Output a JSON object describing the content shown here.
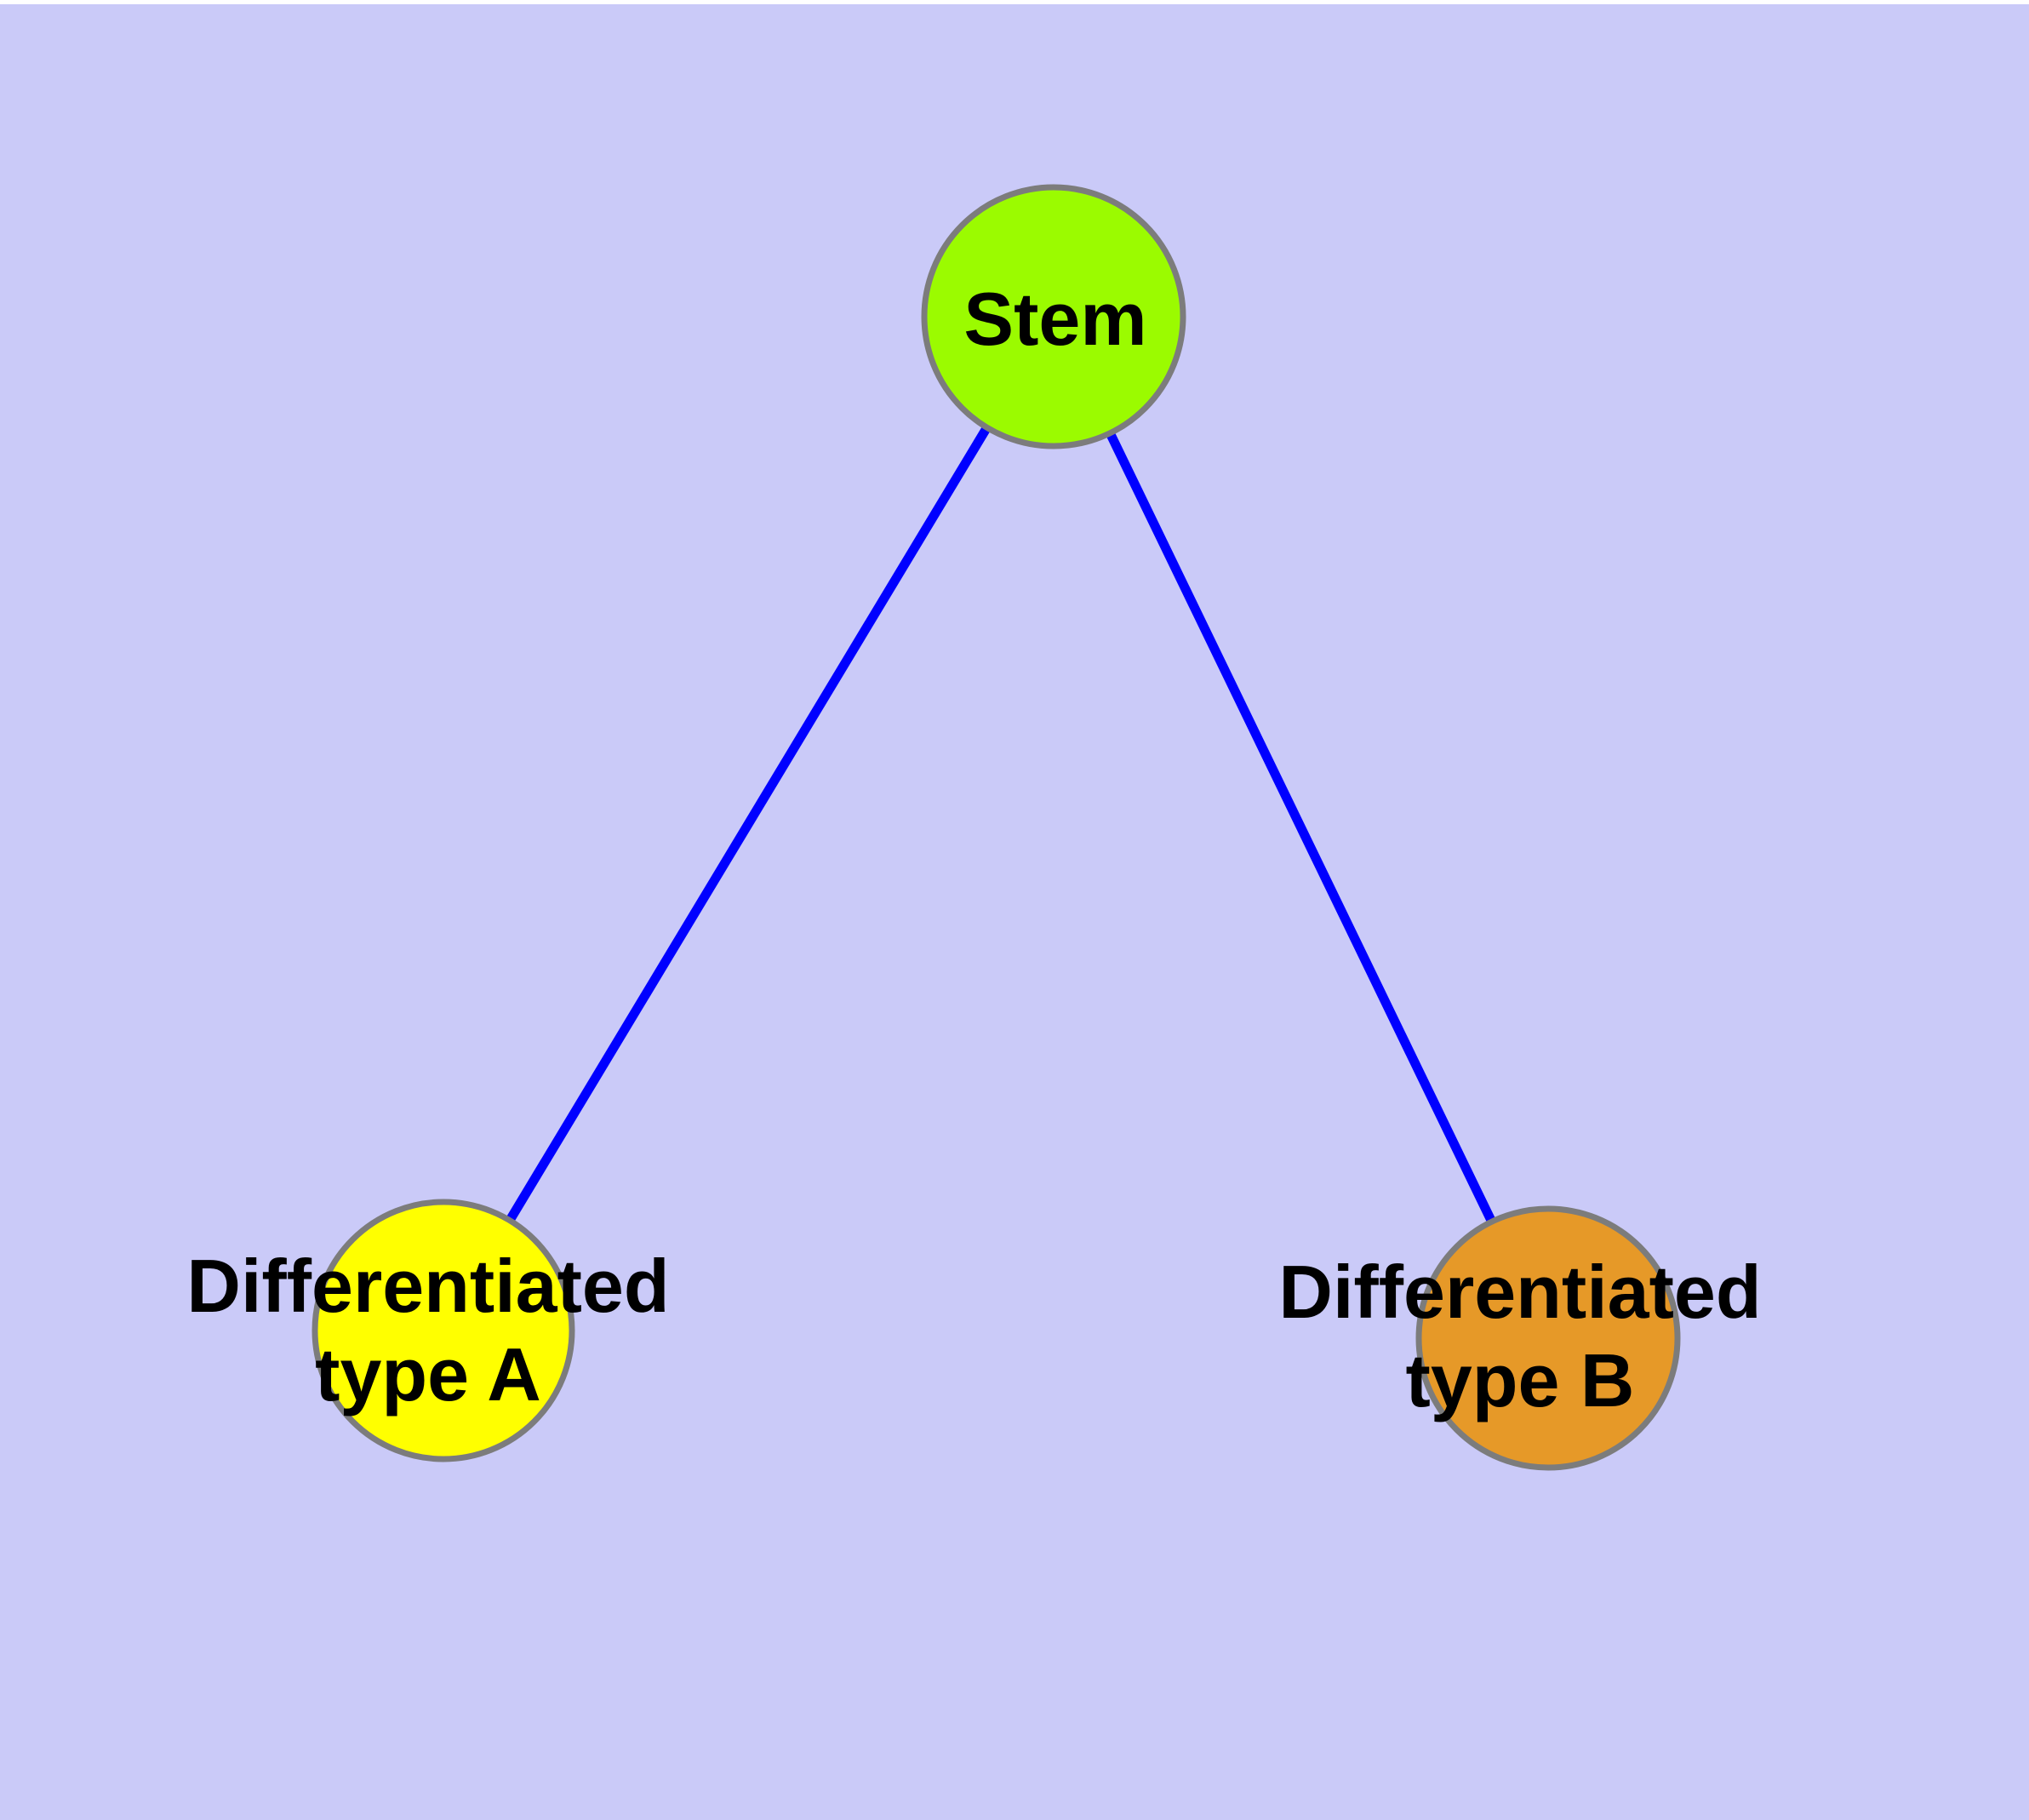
{
  "canvas": {
    "background_color": "#CACAF8",
    "top_strip_color": "#FFFFFF"
  },
  "graph": {
    "edge_color": "#0000FF",
    "node_border_color": "#7C7C7C",
    "label_color": "#000000",
    "nodes": [
      {
        "id": "stem",
        "label": "Stem",
        "fill": "#9BFB00"
      },
      {
        "id": "type-a",
        "label": "Differentiated\ntype A",
        "fill": "#FFFF00"
      },
      {
        "id": "type-b",
        "label": "Differentiated\ntype B",
        "fill": "#E69928"
      }
    ],
    "edges": [
      {
        "from": "Stem",
        "to": "Differentiated type A"
      },
      {
        "from": "Stem",
        "to": "Differentiated type B"
      }
    ]
  }
}
